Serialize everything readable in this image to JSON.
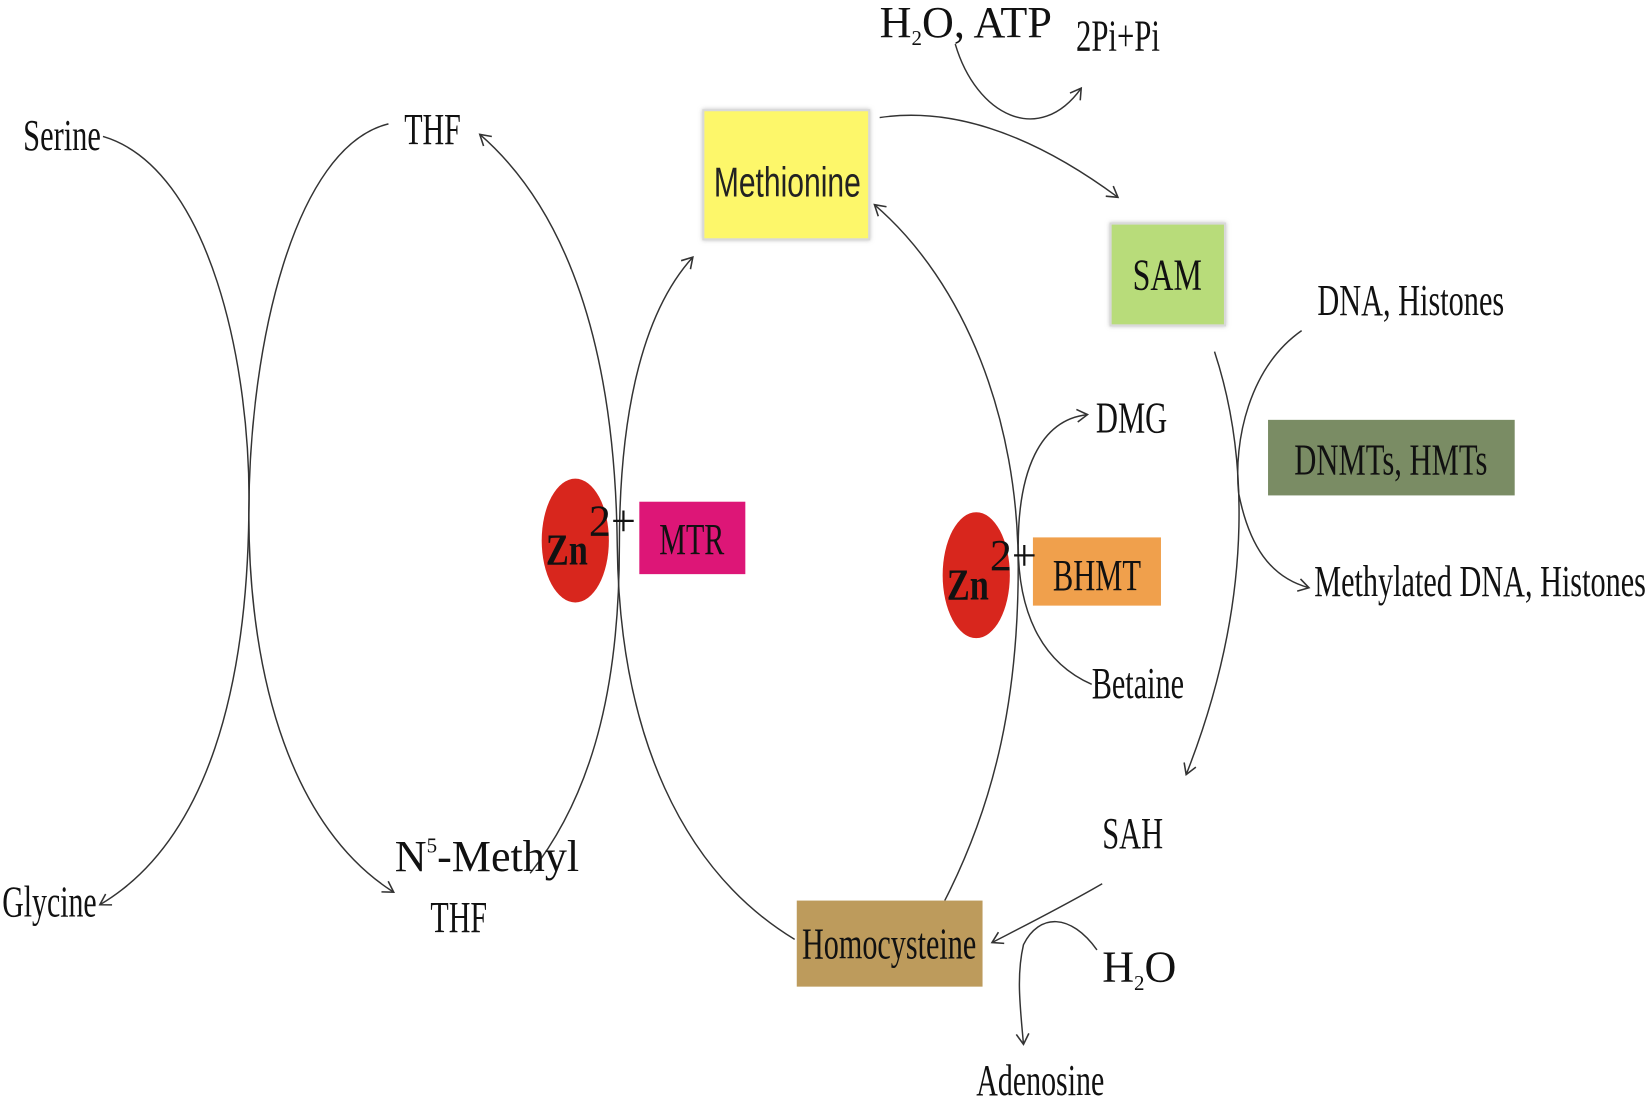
{
  "diagram": {
    "title": "One-carbon metabolism / methionine cycle with zinc-dependent enzymes",
    "nodes": {
      "serine": "Serine",
      "glycine": "Glycine",
      "thf": "THF",
      "n5_prefix": "N",
      "n5_sup": "5",
      "n5_suffix": "-Methyl",
      "n5_thf": "THF",
      "methionine": "Methionine",
      "sam": "SAM",
      "sah": "SAH",
      "homocysteine": "Homocysteine",
      "dna_histones": "DNA, Histones",
      "methylated": "Methylated DNA, Histones",
      "dmg": "DMG",
      "betaine": "Betaine",
      "adenosine": "Adenosine",
      "h2o_atp_h": "H",
      "h2o_atp_sub": "2",
      "h2o_atp_rest": "O, ATP",
      "pi": "2Pi+Pi",
      "h2o_h": "H",
      "h2o_sub": "2",
      "h2o_o": "O"
    },
    "enzymes": {
      "mtr": "MTR",
      "bhmt": "BHMT",
      "dnmts": "DNMTs, HMTs"
    },
    "cofactors": {
      "zn": "Zn",
      "zn_charge": "2+"
    },
    "colors": {
      "methionine": "#fdf76a",
      "sam": "#b8dc7a",
      "dnmts": "#7a8c64",
      "mtr": "#dd1677",
      "bhmt": "#f0a04c",
      "homocysteine": "#bd9b5c",
      "zinc": "#d8261d"
    }
  }
}
